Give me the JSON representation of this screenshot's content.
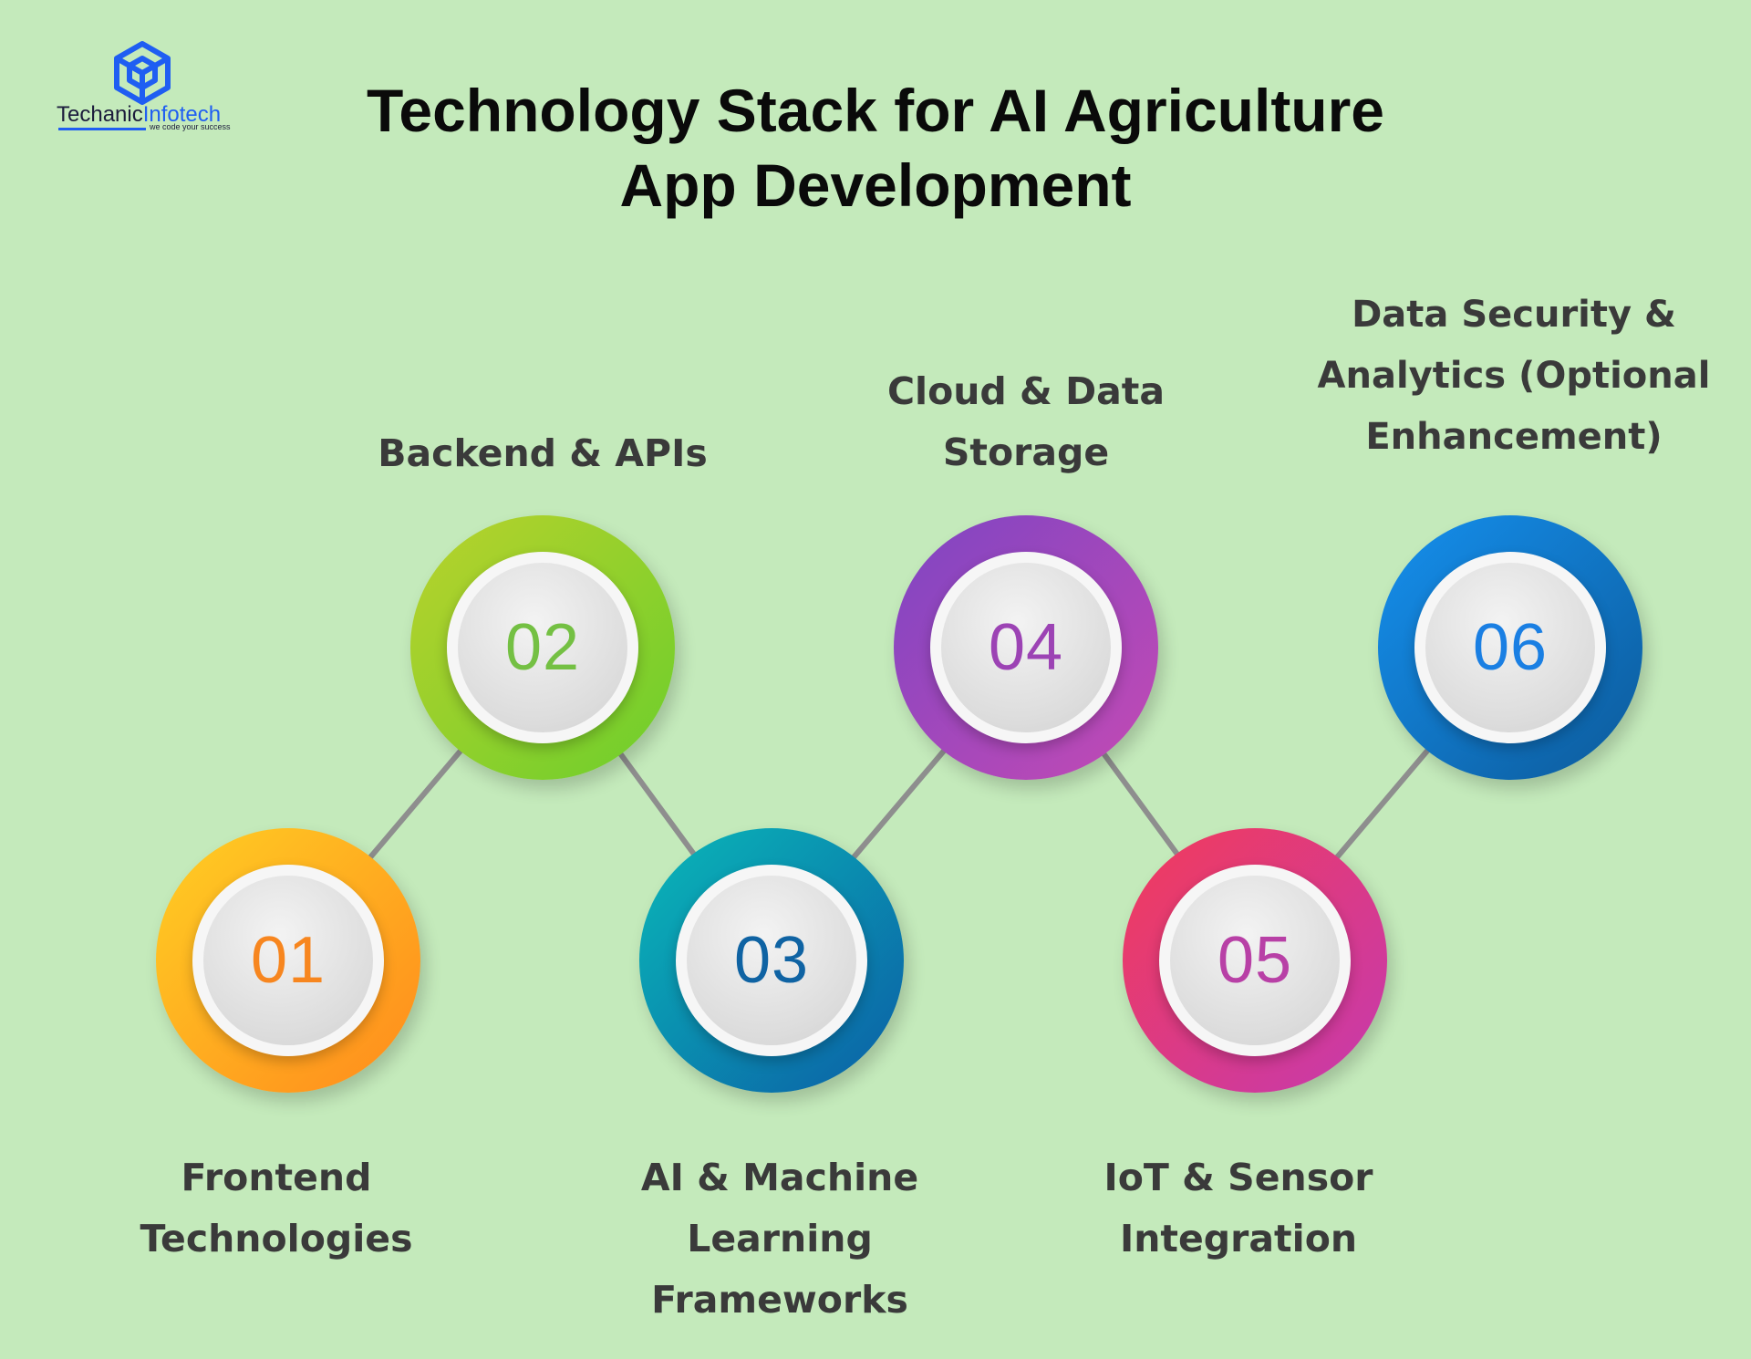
{
  "logo": {
    "name_part1": "Techanic",
    "name_part2": "Infotech",
    "tagline": "we code your success"
  },
  "title": {
    "line1": "Technology Stack for AI Agriculture",
    "line2": "App Development"
  },
  "steps": [
    {
      "number": "01",
      "label_lines": [
        "Frontend",
        "Technologies"
      ],
      "ring_from": "#ffcf24",
      "ring_to": "#ff8a1c",
      "number_color": "#f7861f"
    },
    {
      "number": "02",
      "label_lines": [
        "Backend & APIs"
      ],
      "ring_from": "#b9d22c",
      "ring_to": "#6cce2c",
      "number_color": "#74c043"
    },
    {
      "number": "03",
      "label_lines": [
        "AI & Machine",
        "Learning",
        "Frameworks"
      ],
      "ring_from": "#0ab8b8",
      "ring_to": "#0b5ea6",
      "number_color": "#0f63a3"
    },
    {
      "number": "04",
      "label_lines": [
        "Cloud & Data",
        "Storage"
      ],
      "ring_from": "#7e45c3",
      "ring_to": "#c44ab4",
      "number_color": "#9c43b4"
    },
    {
      "number": "05",
      "label_lines": [
        "IoT & Sensor",
        "Integration"
      ],
      "ring_from": "#f23b5a",
      "ring_to": "#c53aaf",
      "number_color": "#b840a6"
    },
    {
      "number": "06",
      "label_lines": [
        "Data Security &",
        "Analytics (Optional",
        "Enhancement)"
      ],
      "ring_from": "#1590ee",
      "ring_to": "#0c5a9a",
      "number_color": "#1a7fe3"
    }
  ]
}
